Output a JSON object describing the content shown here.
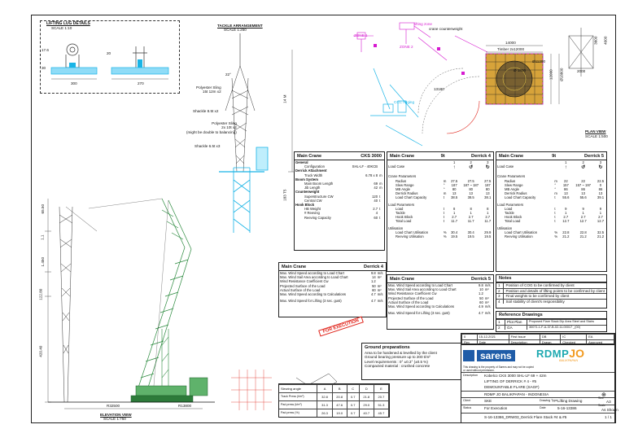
{
  "lifting_lug": {
    "title": "LIFTING LUG DETAILS",
    "scale": "SCALE 1:10",
    "dims": [
      "300",
      "270",
      "30",
      "17.6",
      "20"
    ]
  },
  "tackle": {
    "title": "TACKLE ARRANGEMENT",
    "scale": "SCALE 1:250",
    "labels": {
      "sling1": "Polyester Sling\n15t 12m x2",
      "shackle1": "Shackle 8.5t x2",
      "sling2": "Polyester Sling\n2x 10t x2\n(might be double to balancing)",
      "shackle2": "Shackle 6.5t x3"
    },
    "dims": [
      "14 M",
      "183 T5",
      "22°"
    ]
  },
  "plan": {
    "title": "PLAN VIEW",
    "scale": "SCALE 1:500",
    "dims": [
      "14000",
      "Timber 2x12000",
      "Ø11200",
      "12000",
      "Ø18800",
      "13180",
      "2000",
      "3600",
      "4000",
      "Ø 1800"
    ],
    "tags": [
      "lifting zone",
      "crane counterweight",
      "CCC rigging",
      "ZONE 1",
      "ZONE 2"
    ]
  },
  "elevation": {
    "title": "ELEVATION VIEW",
    "scale": "SCALE 1:750",
    "dims": [
      "R32500",
      "R13800",
      "420.40",
      "122.80",
      "1.450",
      "1.1",
      "65.50"
    ]
  },
  "main_crane": {
    "title": "Main Crane",
    "model": "CKS 3000",
    "rows": [
      [
        "General",
        "",
        ""
      ],
      [
        "Configuration",
        "SHL-LF - 40KCB",
        ""
      ],
      [
        "Derrick Attachment",
        "",
        ""
      ],
      [
        "Truck Width",
        "6.78 x 8",
        "m"
      ],
      [
        "Boom System",
        "",
        ""
      ],
      [
        "Main Boom Length",
        "69",
        "m"
      ],
      [
        "Jib Length",
        "42",
        "m"
      ],
      [
        "Counterweight",
        "",
        ""
      ],
      [
        "Superstructure CW",
        "120",
        "t"
      ],
      [
        "Central CW",
        "40",
        "t"
      ],
      [
        "Hook Block",
        "",
        ""
      ],
      [
        "HB Weight",
        "2.7",
        "t"
      ],
      [
        "# Reeving",
        "4",
        ""
      ],
      [
        "Reeving Capacity",
        "60",
        "t"
      ]
    ]
  },
  "derrick4": {
    "title": "Main Crane",
    "mid": "9t",
    "name": "Derrick 4",
    "cols": [
      "1",
      "2",
      "3"
    ],
    "load_case": "Load Case",
    "sections": [
      {
        "head": "Crane Parameters",
        "rows": [
          [
            "Radius",
            "m",
            "27.5",
            "27.5",
            "27.5"
          ],
          [
            "Slew Range",
            "°",
            "187",
            "187 ~ 187",
            "187"
          ],
          [
            "MB Angle",
            "°",
            "80",
            "80",
            "80"
          ],
          [
            "Derrick Radius",
            "m",
            "13",
            "13",
            "13"
          ],
          [
            "Load Chart Capacity",
            "t",
            "38.5",
            "38.5",
            "38.1"
          ]
        ]
      },
      {
        "head": "Load Parameters",
        "rows": [
          [
            "Load",
            "t",
            "8",
            "8",
            "8"
          ],
          [
            "Tackle",
            "t",
            "1",
            "1",
            "1"
          ],
          [
            "Hook Block",
            "t",
            "2.7",
            "2.7",
            "2.7"
          ],
          [
            "Total Load",
            "t",
            "11.7",
            "11.7",
            "11.7"
          ]
        ]
      },
      {
        "head": "Utilisation",
        "rows": [
          [
            "Load Chart Utilisation",
            "%",
            "30.4",
            "30.4",
            "29.9"
          ],
          [
            "Reeving Utilisation",
            "%",
            "19.5",
            "19.5",
            "19.5"
          ]
        ]
      }
    ]
  },
  "derrick5": {
    "title": "Main Crane",
    "mid": "9t",
    "name": "Derrick 5",
    "cols": [
      "1",
      "2",
      "3"
    ],
    "load_case": "Load Case",
    "sections": [
      {
        "head": "Crane Parameters",
        "rows": [
          [
            "Radius",
            "m",
            "22",
            "22",
            "22.5"
          ],
          [
            "Slew Range",
            "°",
            "157",
            "157 ~ 197",
            "0"
          ],
          [
            "MB Angle",
            "°",
            "86",
            "86",
            "86"
          ],
          [
            "Derrick Radius",
            "m",
            "13",
            "13",
            "13"
          ],
          [
            "Load Chart Capacity",
            "t",
            "55.6",
            "55.6",
            "39.1"
          ]
        ]
      },
      {
        "head": "Load Parameters",
        "rows": [
          [
            "Load",
            "t",
            "9",
            "9",
            "9"
          ],
          [
            "Tackle",
            "t",
            "1",
            "1",
            "1"
          ],
          [
            "Hook Block",
            "t",
            "2.7",
            "2.7",
            "2.7"
          ],
          [
            "Total Load",
            "t",
            "12.7",
            "12.7",
            "12.7"
          ]
        ]
      },
      {
        "head": "Utilisation",
        "rows": [
          [
            "Load Chart Utilisation",
            "%",
            "22.8",
            "22.8",
            "32.5"
          ],
          [
            "Reeving Utilisation",
            "%",
            "21.2",
            "21.2",
            "21.2"
          ]
        ]
      }
    ]
  },
  "wind4": {
    "title": "Main Crane",
    "name": "Derrick 4",
    "rows": [
      [
        "Max. Wind Speed according to Load Chart",
        "9.8",
        "m/s"
      ],
      [
        "Max. Wind Sail Area according to Load Chart",
        "14",
        "m²"
      ],
      [
        "Wind Resistance Coefficient Cw",
        "1.2",
        ""
      ],
      [
        "Projected Surface of the Load",
        "50",
        "m²"
      ],
      [
        "Actual Surface of the Load",
        "60",
        "m²"
      ],
      [
        "Max. Wind Speed according to Calculations",
        "4.7",
        "m/s"
      ],
      [
        "Max. Wind Speed for Lifting (3 sec. gust)",
        "4.7",
        "m/s"
      ]
    ]
  },
  "wind5": {
    "title": "Main Crane",
    "name": "Derrick 5",
    "rows": [
      [
        "Max. Wind Speed according to Load Chart",
        "9.8",
        "m/s"
      ],
      [
        "Max. Wind Sail Area according to Load Chart",
        "10",
        "m²"
      ],
      [
        "Wind Resistance Coefficient Cw",
        "1.2",
        ""
      ],
      [
        "Projected Surface of the Load",
        "50",
        "m²"
      ],
      [
        "Actual Surface of the Load",
        "60",
        "m²"
      ],
      [
        "Max. Wind Speed according to Calculations",
        "4.9",
        "m/s"
      ],
      [
        "Max. Wind Speed for Lifting (3 sec. gust)",
        "4.7",
        "m/s"
      ]
    ]
  },
  "notes": {
    "title": "Notes",
    "rows": [
      [
        "1",
        "Position of COG to be confirmed by client"
      ],
      [
        "2",
        "Position and details of lifting points to be confirmed by client"
      ],
      [
        "3",
        "Final weights to be confirmed by client"
      ],
      [
        "4",
        "Soil stability of client's responsibility"
      ]
    ]
  },
  "refs": {
    "title": "Reference Drawings",
    "rows": [
      [
        "1",
        "Plot Plan",
        "Proposed Flare Stack Dip Area Steel and Stairs"
      ],
      [
        "2",
        "GA",
        "30071-1-F-A-37-B-02-11-00017 _(00)"
      ]
    ]
  },
  "stamp": "FOR EXECUTION",
  "ground": {
    "title": "Ground preparations",
    "lines": [
      "Area to be hardened & levelled by the client",
      "Ground bearing pressure up to  200 t/m²",
      "Level requirements : 0° ±0.3° (±0.5 %)",
      "Compacted material : crushed concrete"
    ]
  },
  "pressure_table": {
    "head": [
      "Slewing angle",
      "A",
      "B",
      "C",
      "D",
      "E"
    ],
    "rows": [
      [
        "Track Press (t/m²)",
        "32.8",
        "20.8",
        "0.7",
        "21.8",
        "20.7"
      ],
      [
        "Pad press (t/m²)",
        "31.3",
        "47.6",
        "0.7",
        "29.0",
        "51.3"
      ],
      [
        "Pad press (%)",
        "26.3",
        "19.0",
        "0.7",
        "40.7",
        "45.7"
      ]
    ]
  },
  "revisions": {
    "rows": [
      [
        "0",
        "15-12-2021",
        "First Issue",
        "DB",
        "IC",
        "EA"
      ],
      [
        "Rev",
        "Date",
        "Description",
        "Drawn",
        "Checked",
        "Approved"
      ]
    ]
  },
  "title_block": {
    "client_logo": "sarens",
    "project_logo": "RDMP",
    "project_logo2": "JO",
    "project_sub": "BALIKPAPAN",
    "disclaimer": "This drawing is the property of Sarens and may not be copied or used without permission.",
    "description_label": "Description",
    "description": "Kobelco CKS 3000 SHL-LF 69 + 42m",
    "title1": "LIFTING OF DERRICK # 4 - #5",
    "title2": "DEMOUNTABLE FLARE (SAGF)",
    "location": "RDMP JO BALIKPAPAN - INDONESIA",
    "client_label": "Client",
    "client": "SKE",
    "type_label": "Drawing Type",
    "type": "Lifting Drawing",
    "status_label": "Status",
    "status": "For Execution",
    "date_label": "Date",
    "date": "5-16-13386",
    "scale_label": "Scale",
    "scale": "As Shown",
    "size_label": "Size",
    "size": "A3",
    "drawing_no": "S-16-13386_DRW03_Derrick Flare Stack #4 & #5",
    "sheet": "1 / 1"
  },
  "colors": {
    "cyan": "#19b4e6",
    "magenta": "#d61ad0",
    "red": "#e0261d",
    "sarens_blue": "#1f5ca8",
    "rdmp_teal": "#1ea9b0",
    "rdmp_orange": "#f29a1f"
  }
}
